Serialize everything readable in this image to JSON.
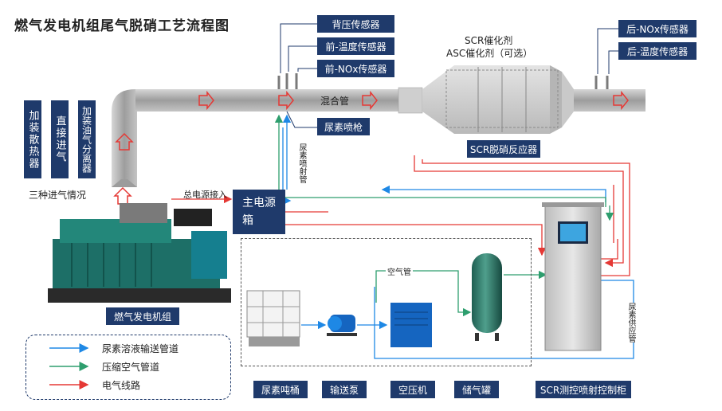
{
  "title": "燃气发电机组尾气脱硝工艺流程图",
  "sensors": {
    "back_pressure": "背压传感器",
    "front_temp": "前-温度传感器",
    "front_nox": "前-NOx传感器",
    "rear_nox": "后-NOx传感器",
    "rear_temp": "后-温度传感器"
  },
  "catalyst": {
    "line1": "SCR催化剂",
    "line2": "ASC催化剂（可选）"
  },
  "mixing_pipe": "混合管",
  "urea_nozzle": "尿素喷枪",
  "scr_reactor": "SCR脱硝反应器",
  "urea_spray_pipe": "尿素喷射管",
  "intake": {
    "options": [
      "加装散热器",
      "直接进气",
      "加装油气分离器"
    ],
    "caption": "三种进气情况"
  },
  "power_input": "总电源接入",
  "main_power_box": "主电源箱",
  "air_pipe": "空气管",
  "urea_supply_pipe": "尿素供应管",
  "genset": "燃气发电机组",
  "components": [
    "尿素吨桶",
    "输送泵",
    "空压机",
    "储气罐",
    "SCR测控喷射控制柜"
  ],
  "legend": [
    {
      "label": "尿素溶液输送管道",
      "color": "#1e88e5"
    },
    {
      "label": "压缩空气管道",
      "color": "#2e9e6e"
    },
    {
      "label": "电气线路",
      "color": "#e53935"
    }
  ],
  "colors": {
    "navy": "#1f3a6b",
    "urea": "#1e88e5",
    "air": "#2e9e6e",
    "electric": "#e53935",
    "pipe": "#a8a8a8"
  }
}
